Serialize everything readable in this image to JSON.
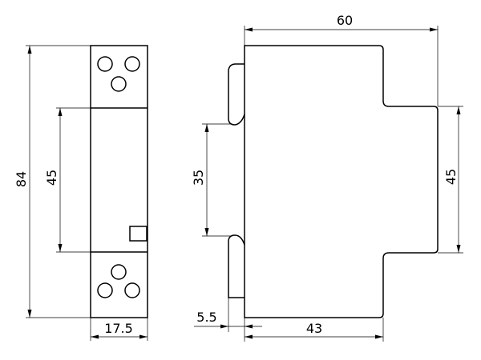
{
  "front_view": {
    "height_label": "84",
    "window_label": "45",
    "width_label": "17.5"
  },
  "side_view": {
    "depth_label": "60",
    "rail_label": "35",
    "front_height_label": "45",
    "offset_label": "5.5",
    "body_depth_label": "43"
  }
}
